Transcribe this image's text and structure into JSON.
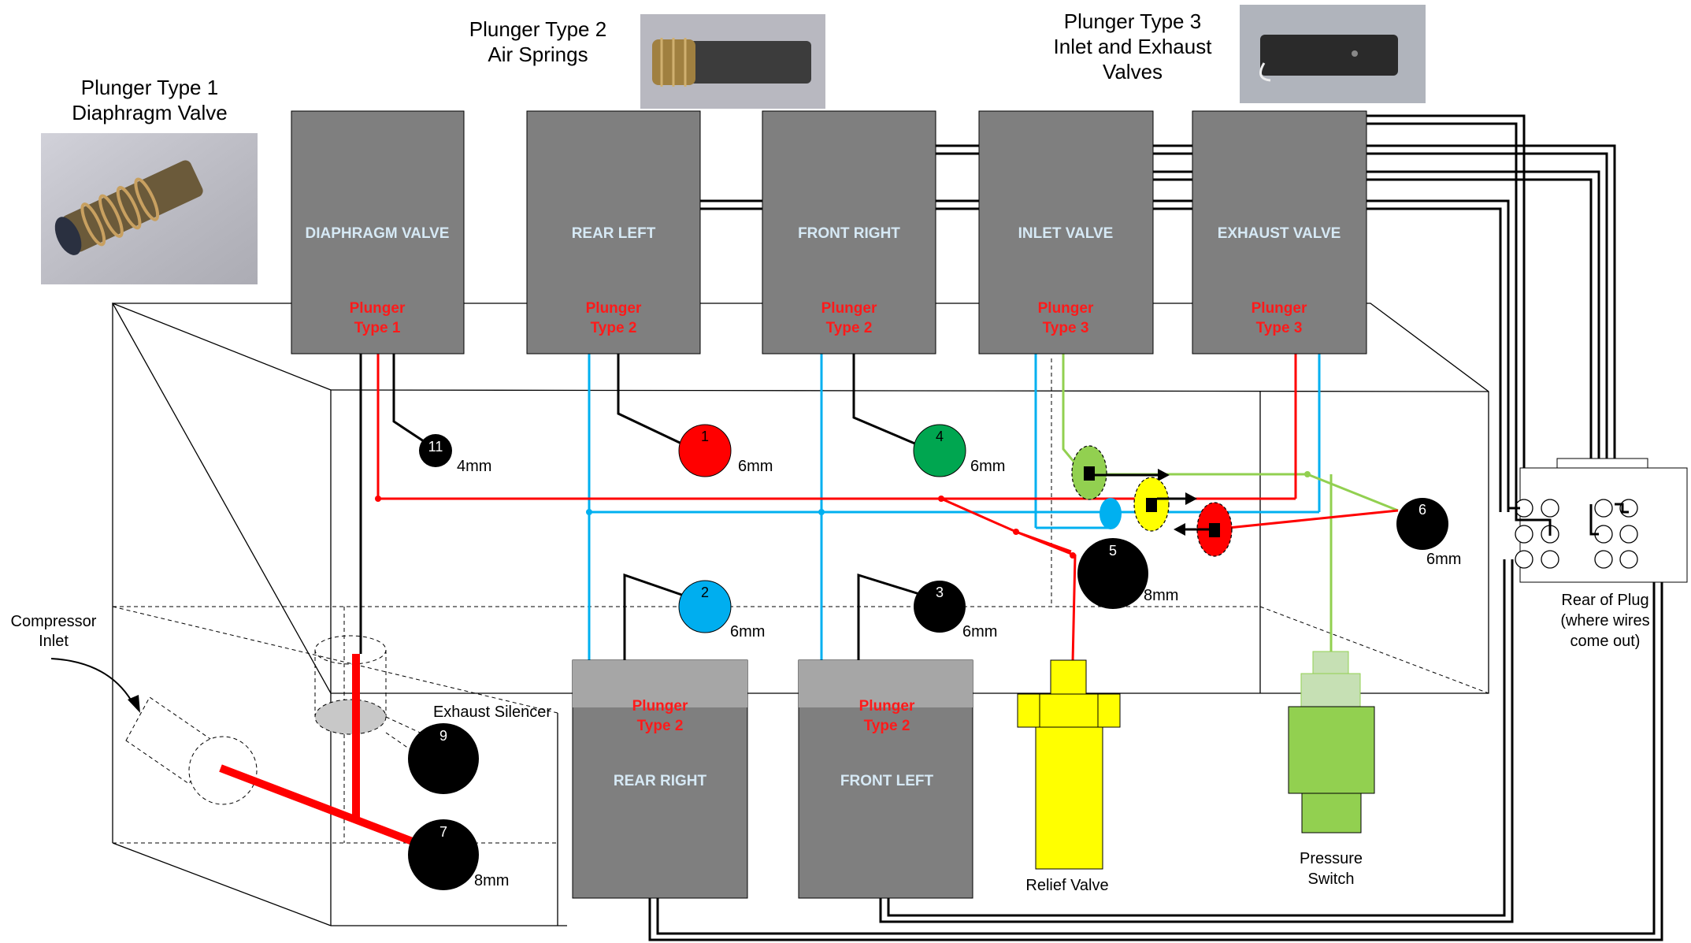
{
  "plunger_types": [
    {
      "line1": "Plunger Type 1",
      "line2": "Diaphragm Valve"
    },
    {
      "line1": "Plunger Type 2",
      "line2": "Air Springs"
    },
    {
      "line1": "Plunger Type 3",
      "line2": "Inlet and Exhaust",
      "line3": "Valves"
    }
  ],
  "valves_top": [
    {
      "name": "DIAPHRAGM VALVE",
      "ptype1": "Plunger",
      "ptype2": "Type 1"
    },
    {
      "name": "REAR LEFT",
      "ptype1": "Plunger",
      "ptype2": "Type 2"
    },
    {
      "name": "FRONT RIGHT",
      "ptype1": "Plunger",
      "ptype2": "Type 2"
    },
    {
      "name": "INLET VALVE",
      "ptype1": "Plunger",
      "ptype2": "Type 3"
    },
    {
      "name": "EXHAUST VALVE",
      "ptype1": "Plunger",
      "ptype2": "Type 3"
    }
  ],
  "valves_bottom": [
    {
      "name": "REAR RIGHT",
      "ptype1": "Plunger",
      "ptype2": "Type 2"
    },
    {
      "name": "FRONT LEFT",
      "ptype1": "Plunger",
      "ptype2": "Type 2"
    }
  ],
  "ports": [
    {
      "num": "11",
      "size": "4mm",
      "color": "#000000"
    },
    {
      "num": "1",
      "size": "6mm",
      "color": "#ff0000"
    },
    {
      "num": "4",
      "size": "6mm",
      "color": "#00a650"
    },
    {
      "num": "2",
      "size": "6mm",
      "color": "#00aeef"
    },
    {
      "num": "3",
      "size": "6mm",
      "color": "#000000"
    },
    {
      "num": "5",
      "size": "8mm",
      "color": "#000000"
    },
    {
      "num": "6",
      "size": "6mm",
      "color": "#000000"
    },
    {
      "num": "9",
      "size": "",
      "color": "#000000"
    },
    {
      "num": "7",
      "size": "8mm",
      "color": "#000000"
    }
  ],
  "labels": {
    "compressor_line1": "Compressor",
    "compressor_line2": "Inlet",
    "exhaust_silencer": "Exhaust Silencer",
    "relief_valve": "Relief Valve",
    "pressure_switch_line1": "Pressure",
    "pressure_switch_line2": "Switch",
    "plug_line1": "Rear of Plug",
    "plug_line2": "(where wires",
    "plug_line3": "come out)"
  },
  "colors": {
    "valve_body": "#7f7f7f",
    "valve_body_light": "#a6a6a6",
    "red_line": "#ff0000",
    "blue_line": "#00b0f0",
    "green_line": "#92d050",
    "yellow": "#ffff00"
  }
}
